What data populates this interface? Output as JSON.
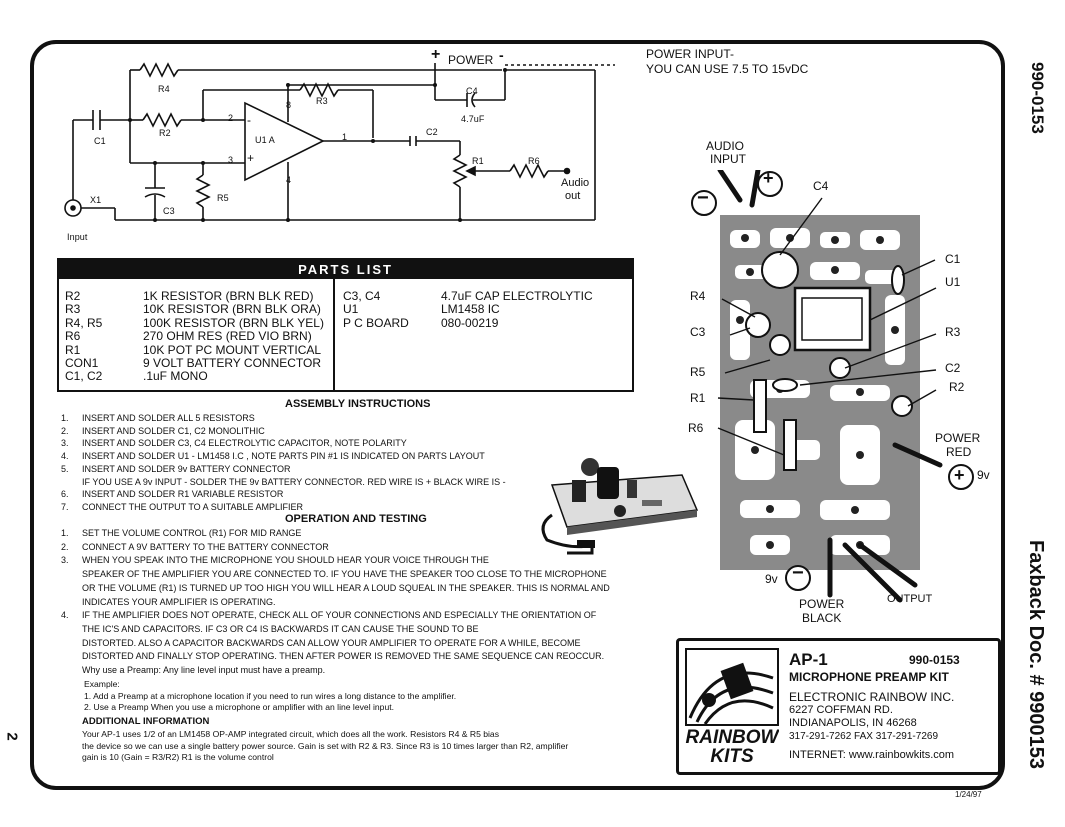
{
  "side": {
    "doc_number": "990-0153",
    "faxback": "Faxback Doc. # 9900153",
    "page_number": "2"
  },
  "schematic": {
    "power_plus": "+",
    "power_label": "POWER",
    "power_minus": "-",
    "power_input_line1": "POWER INPUT-",
    "power_input_line2": "YOU CAN USE 7.5 TO 15vDC",
    "labels": {
      "r4": "R4",
      "r3": "R3",
      "r2": "R2",
      "r5": "R5",
      "r1": "R1",
      "r6": "R6",
      "c1": "C1",
      "c2": "C2",
      "c3": "C3",
      "c4": "C4",
      "c4_value": "4.7uF",
      "u1a": "U1 A",
      "x1": "X1",
      "input": "Input",
      "audio_out_1": "Audio",
      "audio_out_2": "out",
      "pin2": "2",
      "pin3": "3",
      "pin8": "8",
      "pin4": "4",
      "pin1": "1",
      "minus_sign": "-",
      "plus_sign": "+"
    }
  },
  "parts_list": {
    "title": "PARTS LIST",
    "left": [
      {
        "ref": "R2",
        "desc": "1K RESISTOR (BRN BLK RED)"
      },
      {
        "ref": "R3",
        "desc": "10K RESISTOR (BRN BLK ORA)"
      },
      {
        "ref": "R4, R5",
        "desc": "100K RESISTOR (BRN BLK YEL)"
      },
      {
        "ref": "R6",
        "desc": "270 OHM RES (RED VIO BRN)"
      },
      {
        "ref": "R1",
        "desc": "10K POT PC MOUNT VERTICAL"
      },
      {
        "ref": "CON1",
        "desc": "9 VOLT BATTERY CONNECTOR"
      },
      {
        "ref": "C1, C2",
        "desc": ".1uF MONO"
      }
    ],
    "right": [
      {
        "ref": "C3, C4",
        "desc": "4.7uF CAP ELECTROLYTIC"
      },
      {
        "ref": "U1",
        "desc": "LM1458 IC"
      },
      {
        "ref": "P C BOARD",
        "desc": "080-00219"
      }
    ]
  },
  "assembly": {
    "title": "ASSEMBLY INSTRUCTIONS",
    "steps": [
      "INSERT AND SOLDER ALL 5 RESISTORS",
      "INSERT AND SOLDER C1, C2 MONOLITHIC",
      "INSERT AND SOLDER C3, C4 ELECTROLYTIC CAPACITOR, NOTE POLARITY",
      "INSERT AND SOLDER U1 - LM1458 I.C , NOTE PARTS PIN #1 IS INDICATED ON PARTS LAYOUT",
      "INSERT AND SOLDER 9v BATTERY CONNECTOR",
      "IF YOU USE A 9v INPUT - SOLDER THE 9v BATTERY CONNECTOR.  RED WIRE IS + BLACK WIRE IS -",
      "INSERT AND SOLDER R1 VARIABLE RESISTOR",
      "CONNECT THE OUTPUT TO A SUITABLE AMPLIFIER"
    ],
    "numbers": [
      "1.",
      "2.",
      "3.",
      "4.",
      "5.",
      "6.",
      "7."
    ]
  },
  "operation": {
    "title": "OPERATION AND TESTING",
    "numbers": [
      "1.",
      "2.",
      "3.",
      "4."
    ],
    "lines": [
      "SET THE VOLUME CONTROL (R1) FOR MID RANGE",
      "CONNECT A 9V BATTERY TO THE BATTERY CONNECTOR",
      "WHEN YOU SPEAK INTO THE MICROPHONE YOU SHOULD HEAR YOUR VOICE THROUGH THE",
      "SPEAKER OF THE AMPLIFIER YOU ARE CONNECTED TO.   IF YOU HAVE THE SPEAKER TOO CLOSE TO THE MICROPHONE",
      "OR THE VOLUME (R1) IS TURNED UP TOO HIGH YOU WILL HEAR A LOUD SQUEAL IN THE SPEAKER.  THIS IS NORMAL AND",
      "INDICATES YOUR AMPLIFIER IS OPERATING.",
      "IF THE AMPLIFIER DOES NOT OPERATE, CHECK ALL OF YOUR CONNECTIONS AND ESPECIALLY THE ORIENTATION OF",
      "THE IC'S AND CAPACITORS.  IF C3 OR C4 IS BACKWARDS IT CAN CAUSE THE SOUND TO BE",
      "DISTORTED.  ALSO A CAPACITOR BACKWARDS CAN ALLOW YOUR AMPLIFIER TO OPERATE FOR A WHILE, BECOME",
      "DISTORTED AND FINALLY STOP OPERATING.  THEN AFTER POWER IS REMOVED THE SAME SEQUENCE CAN REOCCUR."
    ],
    "why_line": "Why use a Preamp:  Any line level input must have a preamp.",
    "example_label": "Example:",
    "examples": [
      "1.  Add a Preamp at a microphone location if you need to run wires a long distance to the amplifier.",
      "2.  Use a Preamp When you use a microphone or amplifier with an line level input."
    ]
  },
  "additional": {
    "title": "ADDITIONAL INFORMATION",
    "lines": [
      "Your AP-1 uses 1/2 of an LM1458 OP-AMP integrated circuit, which does all the work.  Resistors R4 & R5 bias",
      "the device so we can use a single battery power source.  Gain is set with R2 & R3.  Since R3 is 10 times larger than R2, amplifier",
      "gain is   10 (Gain = R3/R2)  R1 is the volume control"
    ]
  },
  "board": {
    "audio_input_1": "AUDIO",
    "audio_input_2": "INPUT",
    "minus": "−",
    "plus": "+",
    "c4": "C4",
    "c1": "C1",
    "u1": "U1",
    "r4": "R4",
    "c3": "C3",
    "r3": "R3",
    "r5": "R5",
    "c2": "C2",
    "r2": "R2",
    "r1": "R1",
    "r6": "R6",
    "power_red_1": "POWER",
    "power_red_2": "RED",
    "nine_v": "9v",
    "power_black_1": "POWER",
    "power_black_2": "BLACK",
    "output": "OUTPUT",
    "nine_v_left": "9v"
  },
  "title_box": {
    "model": "AP-1",
    "part_number": "990-0153",
    "product": "MICROPHONE PREAMP KIT",
    "company": "ELECTRONIC RAINBOW INC.",
    "street": "6227 COFFMAN RD.",
    "city": "INDIANAPOLIS, IN 46268",
    "phone": "317-291-7262   FAX 317-291-7269",
    "internet": "INTERNET:  www.rainbowkits.com",
    "logo_line1": "RAINBOW",
    "logo_line2": "KITS"
  },
  "date": "1/24/97"
}
